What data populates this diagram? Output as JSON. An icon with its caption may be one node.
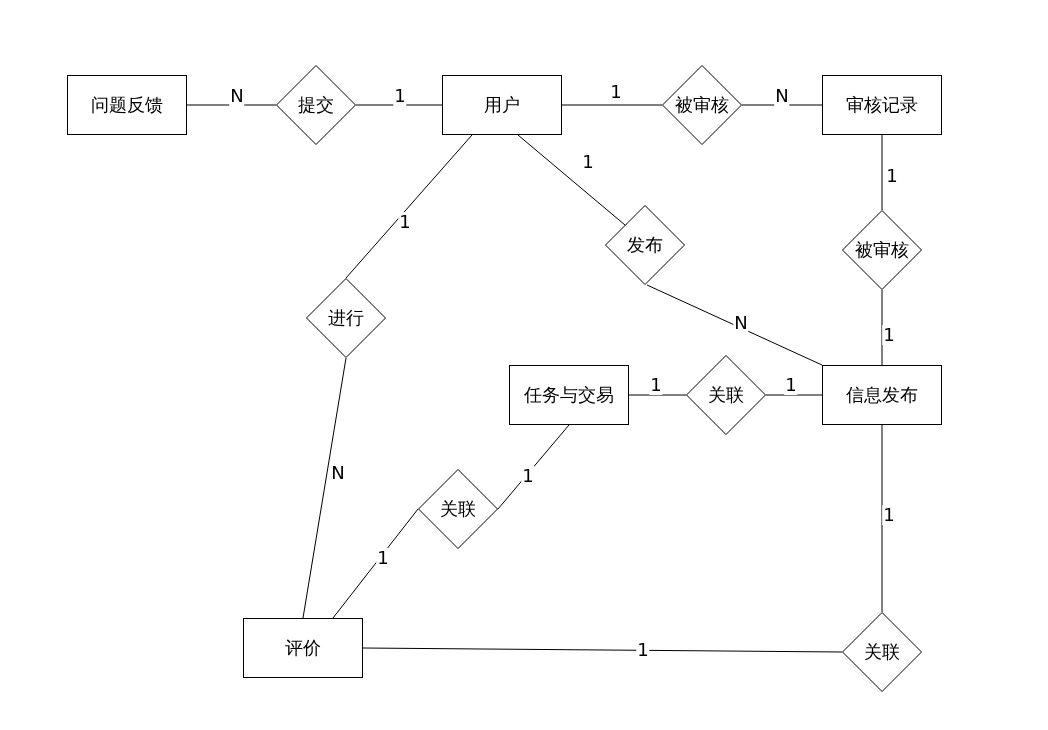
{
  "diagram": {
    "nodes": [
      {
        "text": [
          "问题反馈"
        ]
      },
      {
        "text": [
          "提交"
        ]
      },
      {
        "text": [
          "用户"
        ]
      },
      {
        "text": [
          "被审核"
        ]
      },
      {
        "text": [
          "审核记录"
        ]
      },
      {
        "text": [
          "发布"
        ]
      },
      {
        "text": [
          "被审核"
        ]
      },
      {
        "text": [
          "进行"
        ]
      },
      {
        "text": [
          "任务与交易"
        ]
      },
      {
        "text": [
          "关联"
        ]
      },
      {
        "text": [
          "信息发布"
        ]
      },
      {
        "text": [
          "关联"
        ]
      },
      {
        "text": [
          "评价"
        ]
      },
      {
        "text": [
          "关联"
        ]
      }
    ],
    "edges": [
      {
        "from": 0,
        "to": 1,
        "arrow": "none",
        "label": "N"
      },
      {
        "from": 1,
        "to": 2,
        "arrow": "none",
        "label": "1"
      },
      {
        "from": 2,
        "to": 3,
        "arrow": "none",
        "label": "1"
      },
      {
        "from": 3,
        "to": 4,
        "arrow": "none",
        "label": "N"
      },
      {
        "from": 4,
        "to": 6,
        "arrow": "none",
        "label": "1"
      },
      {
        "from": 6,
        "to": 10,
        "arrow": "none",
        "label": "1"
      },
      {
        "from": 2,
        "to": 5,
        "arrow": "none",
        "label": "1"
      },
      {
        "from": 5,
        "to": 10,
        "arrow": "none",
        "label": "N"
      },
      {
        "from": 2,
        "to": 7,
        "arrow": "none",
        "label": "1"
      },
      {
        "from": 7,
        "to": 12,
        "arrow": "none",
        "label": "N"
      },
      {
        "from": 8,
        "to": 9,
        "arrow": "none",
        "label": "1"
      },
      {
        "from": 9,
        "to": 10,
        "arrow": "none",
        "label": "1"
      },
      {
        "from": 8,
        "to": 11,
        "arrow": "none",
        "label": "1"
      },
      {
        "from": 11,
        "to": 12,
        "arrow": "none",
        "label": "1"
      },
      {
        "from": 12,
        "to": 13,
        "arrow": "none",
        "label": "1"
      },
      {
        "from": 10,
        "to": 13,
        "arrow": "none",
        "label": "1"
      }
    ]
  }
}
